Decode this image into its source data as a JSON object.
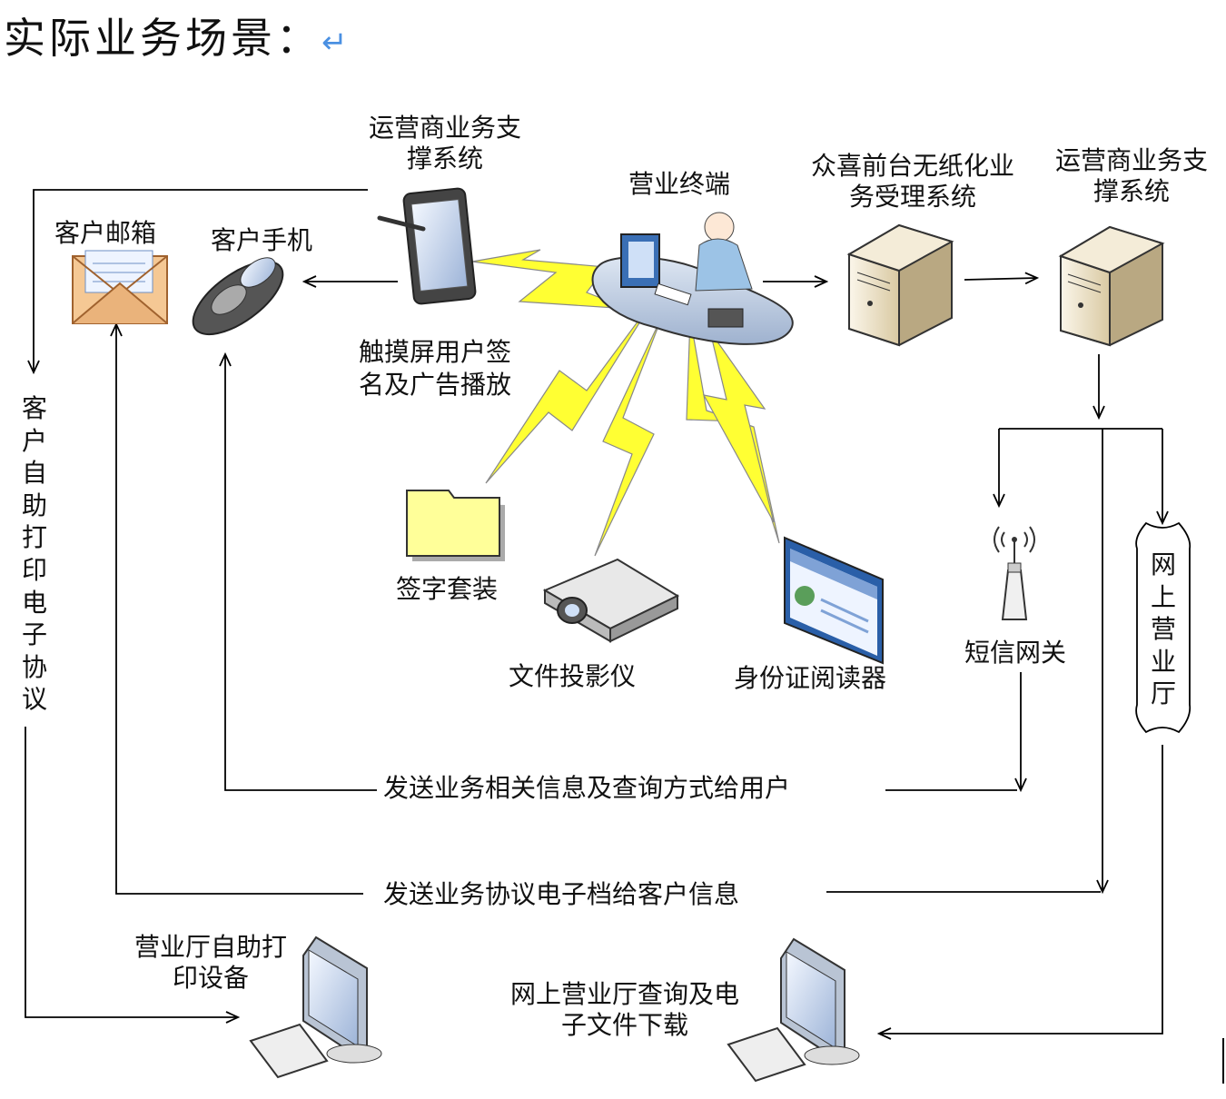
{
  "title": {
    "text": "实际业务场景：",
    "return_mark": "↵"
  },
  "nodes": {
    "operator_support_left": "运营商业务支撑系统",
    "business_terminal": "营业终端",
    "frontdesk_system": "众喜前台无纸化业务受理系统",
    "operator_support_right": "运营商业务支撑系统",
    "customer_mailbox": "客户邮箱",
    "customer_phone": "客户手机",
    "touchscreen": "触摸屏用户签名及广告播放",
    "signature_kit": "签字套装",
    "document_projector": "文件投影仪",
    "id_card_reader": "身份证阅读器",
    "sms_gateway": "短信网关",
    "online_hall": "网上营业厅",
    "customer_self_print": "客户自助打印电子协议",
    "selfservice_printer": "营业厅自助打印设备",
    "online_query_download": "网上营业厅查询及电子文件下载"
  },
  "flows": {
    "send_info_to_user": "发送业务相关信息及查询方式给用户",
    "send_agreement": "发送业务协议电子档给客户信息"
  },
  "colors": {
    "lightning": "#ffff33",
    "folder": "#ffff99",
    "server": "#e8dcc0",
    "desk": "#b8c6dc",
    "accent": "#4a90e2"
  }
}
